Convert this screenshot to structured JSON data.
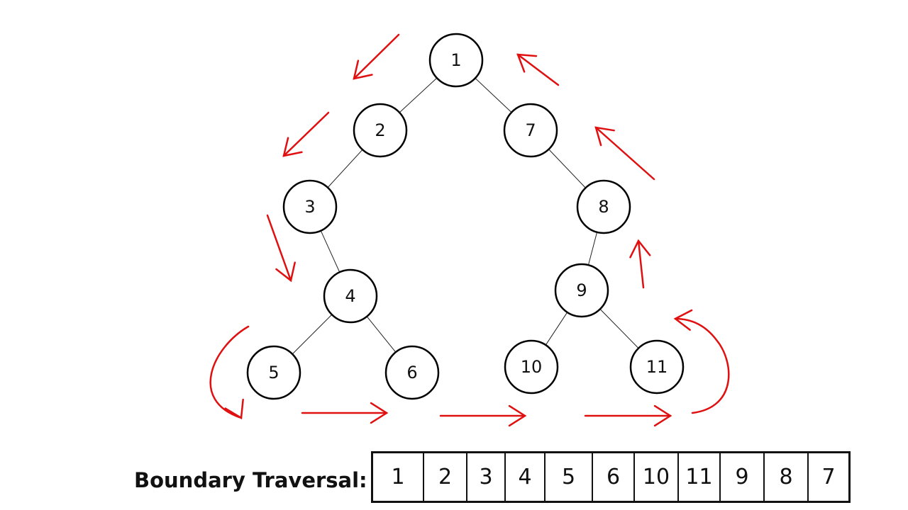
{
  "nodes": [
    {
      "id": "1",
      "label": "1"
    },
    {
      "id": "2",
      "label": "2"
    },
    {
      "id": "3",
      "label": "3"
    },
    {
      "id": "4",
      "label": "4"
    },
    {
      "id": "5",
      "label": "5"
    },
    {
      "id": "6",
      "label": "6"
    },
    {
      "id": "7",
      "label": "7"
    },
    {
      "id": "8",
      "label": "8"
    },
    {
      "id": "9",
      "label": "9"
    },
    {
      "id": "10",
      "label": "10"
    },
    {
      "id": "11",
      "label": "11"
    }
  ],
  "edges": [
    {
      "from": "1",
      "to": "2"
    },
    {
      "from": "1",
      "to": "7"
    },
    {
      "from": "2",
      "to": "3"
    },
    {
      "from": "3",
      "to": "4"
    },
    {
      "from": "4",
      "to": "5"
    },
    {
      "from": "4",
      "to": "6"
    },
    {
      "from": "7",
      "to": "8"
    },
    {
      "from": "8",
      "to": "9"
    },
    {
      "from": "9",
      "to": "10"
    },
    {
      "from": "9",
      "to": "11"
    }
  ],
  "arrow_color": "#e01010",
  "traversal": {
    "title": "Boundary Traversal:",
    "sequence": [
      "1",
      "2",
      "3",
      "4",
      "5",
      "6",
      "10",
      "11",
      "9",
      "8",
      "7"
    ]
  }
}
